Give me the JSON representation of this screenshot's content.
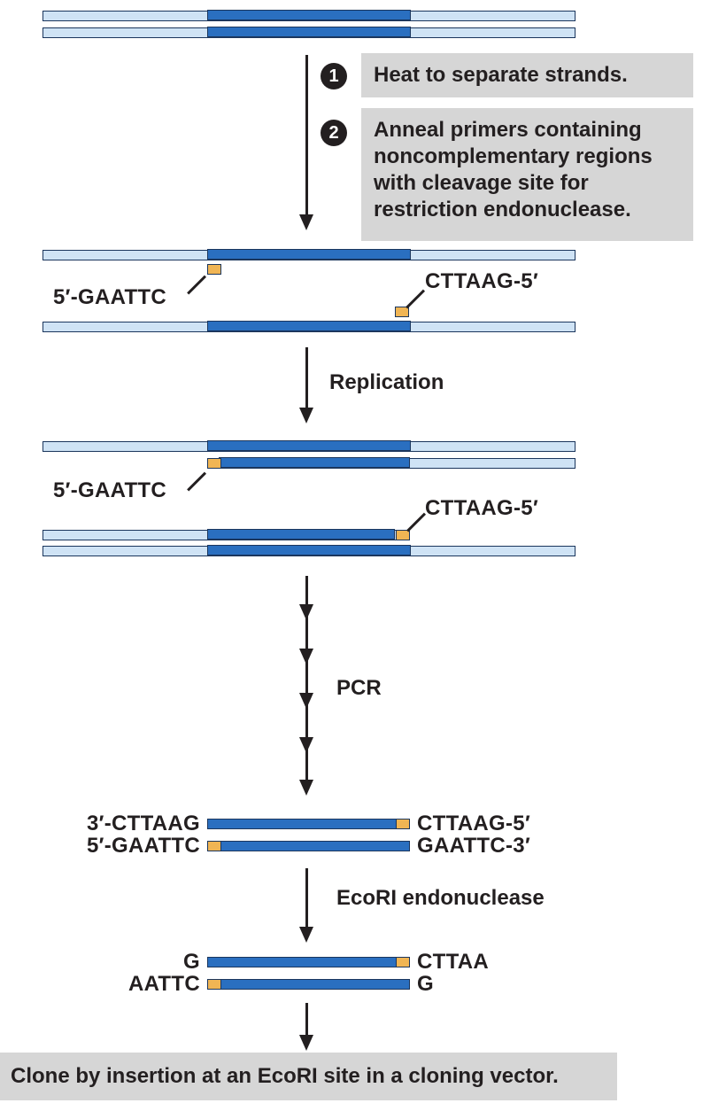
{
  "steps": {
    "step1": {
      "number": "1",
      "text": "Heat to separate strands."
    },
    "step2": {
      "number": "2",
      "lines": [
        "Anneal primers containing",
        "noncomplementary regions",
        "with cleavage site for",
        "restriction endonuclease."
      ]
    }
  },
  "labels": {
    "replication": "Replication",
    "pcr": "PCR",
    "ecori": "EcoRI endonuclease"
  },
  "sequences": {
    "primer_left": "5′-GAATTC",
    "primer_right": "CTTAAG-5′",
    "rep_left": "5′-GAATTC",
    "rep_right": "CTTAAG-5′",
    "pcr_top_left": "3′-CTTAAG",
    "pcr_top_right": "CTTAAG-5′",
    "pcr_bottom_left": "5′-GAATTC",
    "pcr_bottom_right": "GAATTC-3′",
    "cut_top_left": "G",
    "cut_top_right": "CTTAA",
    "cut_bottom_left": "AATTC",
    "cut_bottom_right": "G"
  },
  "final": {
    "text": "Clone by insertion at an EcoRI site in a cloning vector."
  },
  "colors": {
    "strand_light": "#cfe3f5",
    "strand_dark": "#2a6fc0",
    "primer": "#f0b554",
    "outline": "#1b365d",
    "box": "#d6d6d6"
  }
}
